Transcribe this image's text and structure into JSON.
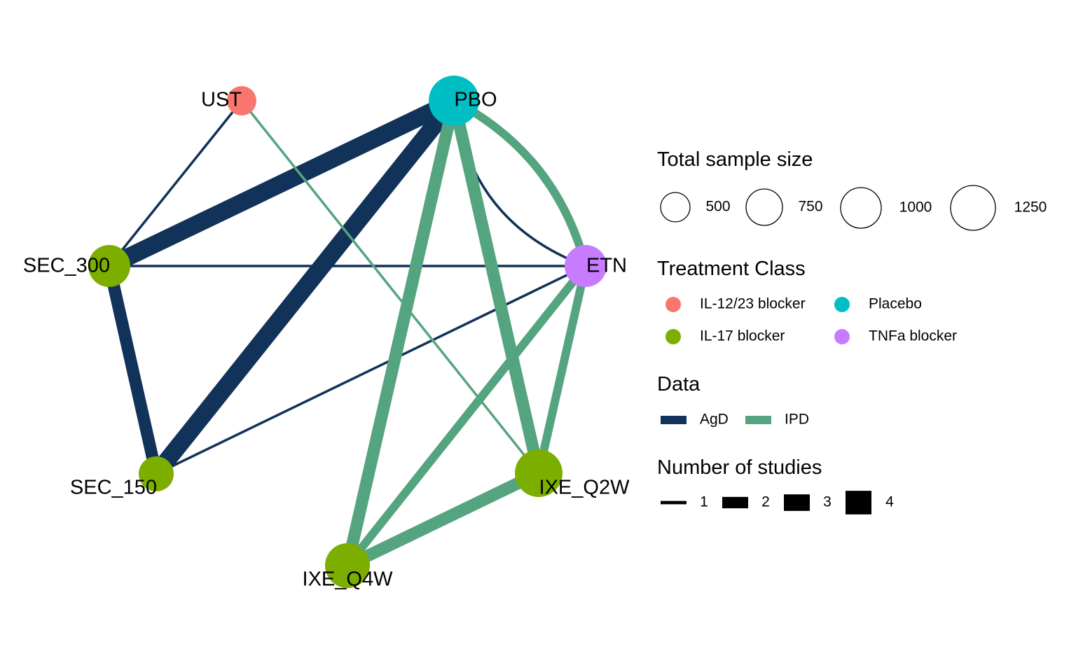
{
  "network": {
    "nodes": [
      {
        "id": "UST",
        "label": "UST",
        "class": "IL-12/23 blocker"
      },
      {
        "id": "PBO",
        "label": "PBO",
        "class": "Placebo"
      },
      {
        "id": "SEC_300",
        "label": "SEC_300",
        "class": "IL-17 blocker"
      },
      {
        "id": "ETN",
        "label": "ETN",
        "class": "TNFa blocker"
      },
      {
        "id": "SEC_150",
        "label": "SEC_150",
        "class": "IL-17 blocker"
      },
      {
        "id": "IXE_Q2W",
        "label": "IXE_Q2W",
        "class": "IL-17 blocker"
      },
      {
        "id": "IXE_Q4W",
        "label": "IXE_Q4W",
        "class": "IL-17 blocker"
      }
    ],
    "edges": [
      {
        "from": "SEC_300",
        "to": "PBO",
        "data": "AgD",
        "studies": 4
      },
      {
        "from": "SEC_150",
        "to": "PBO",
        "data": "AgD",
        "studies": 4
      },
      {
        "from": "SEC_300",
        "to": "SEC_150",
        "data": "AgD",
        "studies": 3
      },
      {
        "from": "SEC_300",
        "to": "UST",
        "data": "AgD",
        "studies": 1
      },
      {
        "from": "SEC_300",
        "to": "ETN",
        "data": "AgD",
        "studies": 1
      },
      {
        "from": "SEC_150",
        "to": "ETN",
        "data": "AgD",
        "studies": 1
      },
      {
        "from": "PBO",
        "to": "ETN",
        "data": "AgD",
        "studies": 1
      },
      {
        "from": "PBO",
        "to": "ETN",
        "data": "IPD",
        "studies": 2
      },
      {
        "from": "PBO",
        "to": "IXE_Q4W",
        "data": "IPD",
        "studies": 3
      },
      {
        "from": "PBO",
        "to": "IXE_Q2W",
        "data": "IPD",
        "studies": 3
      },
      {
        "from": "UST",
        "to": "IXE_Q2W",
        "data": "IPD",
        "studies": 1
      },
      {
        "from": "ETN",
        "to": "IXE_Q4W",
        "data": "IPD",
        "studies": 2
      },
      {
        "from": "ETN",
        "to": "IXE_Q2W",
        "data": "IPD",
        "studies": 2
      },
      {
        "from": "IXE_Q4W",
        "to": "IXE_Q2W",
        "data": "IPD",
        "studies": 3
      }
    ]
  },
  "colors": {
    "IL-12/23 blocker": "#F8766D",
    "Placebo": "#00BFC4",
    "IL-17 blocker": "#7CAE00",
    "TNFa blocker": "#C77CFF",
    "AgD": "#113259",
    "IPD": "#55A480"
  },
  "legend": {
    "size": {
      "title": "Total sample size",
      "items": [
        {
          "label": "500",
          "value": 500
        },
        {
          "label": "750",
          "value": 750
        },
        {
          "label": "1000",
          "value": 1000
        },
        {
          "label": "1250",
          "value": 1250
        }
      ]
    },
    "treatment_class": {
      "title": "Treatment Class",
      "items": [
        {
          "label": "IL-12/23 blocker"
        },
        {
          "label": "Placebo"
        },
        {
          "label": "IL-17 blocker"
        },
        {
          "label": "TNFa blocker"
        }
      ]
    },
    "data": {
      "title": "Data",
      "items": [
        {
          "label": "AgD"
        },
        {
          "label": "IPD"
        }
      ]
    },
    "studies": {
      "title": "Number of studies",
      "items": [
        {
          "label": "1",
          "value": 1
        },
        {
          "label": "2",
          "value": 2
        },
        {
          "label": "3",
          "value": 3
        },
        {
          "label": "4",
          "value": 4
        }
      ]
    }
  }
}
